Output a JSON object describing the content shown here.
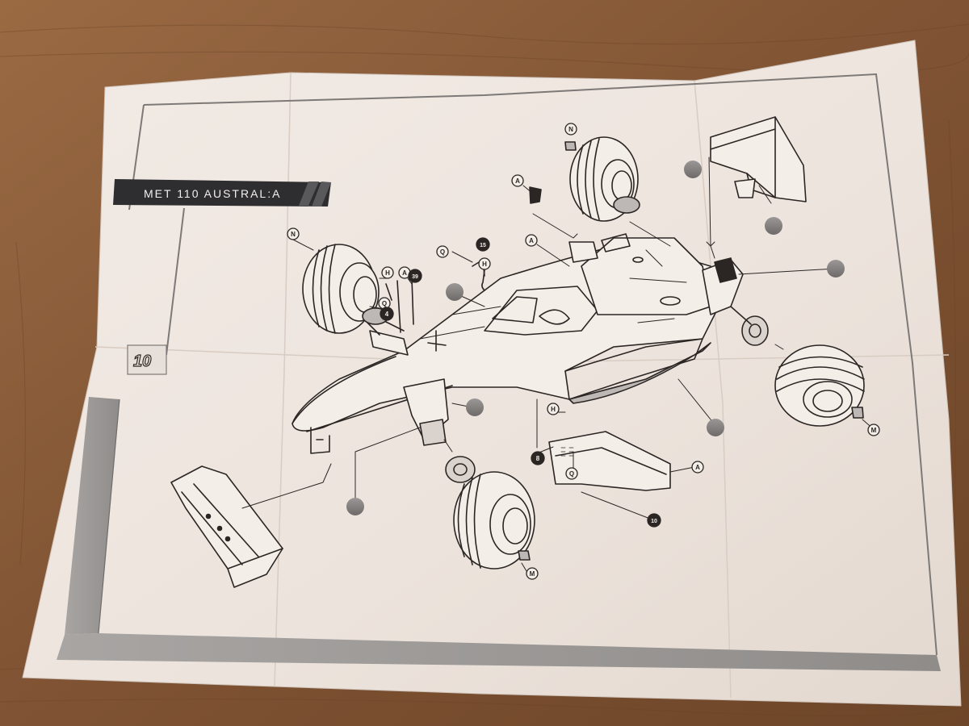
{
  "sheet": {
    "title_banner": "MET 110 AUSTRAL:A",
    "step_number": "10"
  },
  "callouts": [
    {
      "id": "N",
      "kind": "letter"
    },
    {
      "id": "N",
      "kind": "letter"
    },
    {
      "id": "A",
      "kind": "letter"
    },
    {
      "id": "A",
      "kind": "letter"
    },
    {
      "id": "A",
      "kind": "letter"
    },
    {
      "id": "A",
      "kind": "letter"
    },
    {
      "id": "H",
      "kind": "letter"
    },
    {
      "id": "H",
      "kind": "letter"
    },
    {
      "id": "H",
      "kind": "letter"
    },
    {
      "id": "Q",
      "kind": "letter"
    },
    {
      "id": "Q",
      "kind": "letter"
    },
    {
      "id": "Q",
      "kind": "letter"
    },
    {
      "id": "M",
      "kind": "letter"
    },
    {
      "id": "M",
      "kind": "letter"
    },
    {
      "id": "15",
      "kind": "number"
    },
    {
      "id": "39",
      "kind": "number"
    },
    {
      "id": "4",
      "kind": "number"
    },
    {
      "id": "8",
      "kind": "number"
    },
    {
      "id": "10",
      "kind": "number"
    }
  ],
  "colors": {
    "table_wood": "#8a5a36",
    "paper": "#efe7e0",
    "ink": "#2b2624",
    "banner_dark": "#2e2d30",
    "frame_grey": "#9d9a99",
    "paint_dot_grey": "#7d7a78"
  }
}
